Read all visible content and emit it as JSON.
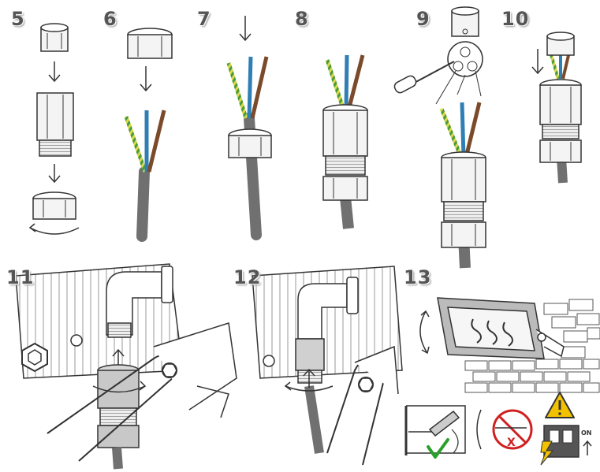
{
  "steps": [
    {
      "number": "5"
    },
    {
      "number": "6"
    },
    {
      "number": "7"
    },
    {
      "number": "8"
    },
    {
      "number": "9"
    },
    {
      "number": "10"
    },
    {
      "number": "11"
    },
    {
      "number": "12"
    },
    {
      "number": "13"
    }
  ],
  "switch_label": "ON",
  "colors": {
    "line": "#333333",
    "cable_grey": "#707070",
    "wire_brown": "#7a4a2a",
    "wire_blue": "#2f7fb5",
    "wire_earth_yellow": "#d8d84a",
    "wire_earth_green": "#4a9a3a",
    "ok_check": "#2aa02a",
    "forbid_red": "#d02020",
    "warning_yellow": "#f2c200"
  },
  "icons": [
    "down-arrow-icon",
    "rotate-arrow-icon",
    "screwdriver-icon",
    "check-icon",
    "prohibited-icon",
    "warning-icon",
    "power-switch-icon",
    "up-arrow-icon"
  ]
}
